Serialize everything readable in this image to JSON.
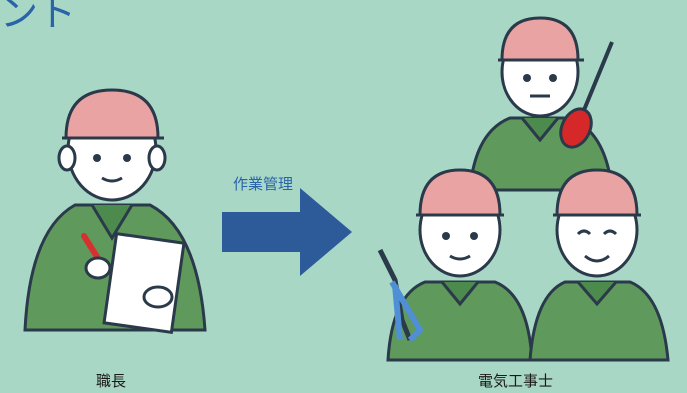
{
  "header": {
    "title_fragment": "ント"
  },
  "people": {
    "foreman_label": "職長",
    "electricians_label": "電気工事士"
  },
  "flow": {
    "arrow_label": "作業管理"
  },
  "colors": {
    "background": "#a9d7c6",
    "arrow": "#2d5b9a",
    "helmet": "#e9a3a3",
    "shirt": "#5f9a5c",
    "outline": "#2a3a4a"
  },
  "icons": [
    "pen-icon",
    "clipboard-icon",
    "screwdriver-icon",
    "pliers-icon"
  ]
}
